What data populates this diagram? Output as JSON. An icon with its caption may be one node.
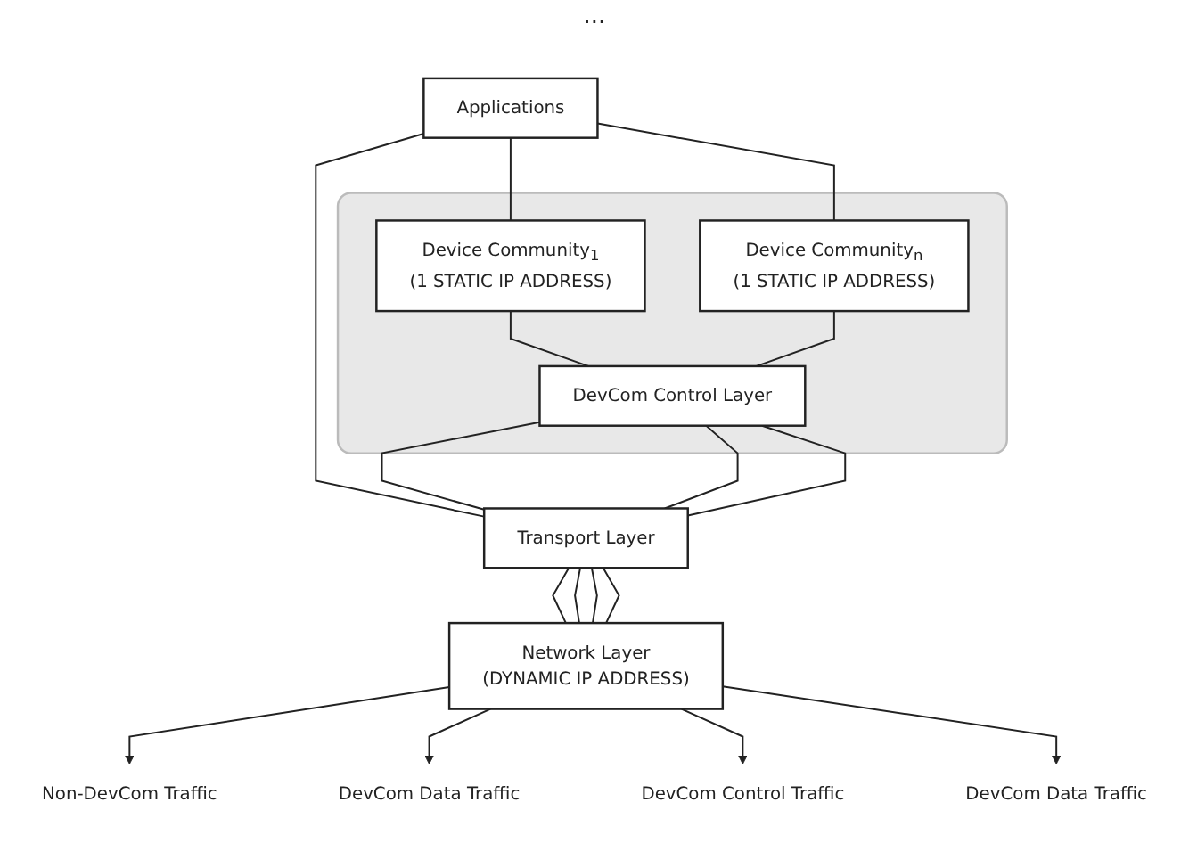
{
  "diagram": {
    "nodes": [
      {
        "text": [
          "Applications"
        ]
      },
      {
        "text": [],
        "shape": "box"
      },
      {
        "text": [
          "Device Community$_{1}$",
          "(1 STATIC IP ADDRESS)"
        ],
        "in": 1
      },
      {
        "text": [
          "Device Community$_{n}$",
          "(1 STATIC IP ADDRESS)"
        ],
        "in": 1
      },
      {
        "text": [
          "DevCom Control Layer"
        ],
        "in": 1
      },
      {
        "text": [
          "Transport Layer"
        ]
      },
      {
        "text": [
          "Network Layer",
          "(DYNAMIC IP ADDRESS)"
        ]
      },
      {
        "text": [
          "Non-DevCom Traffic"
        ]
      },
      {
        "text": [
          "DevCom Data Traffic"
        ]
      },
      {
        "text": [
          "DevCom Control Traffic"
        ]
      },
      {
        "text": [
          "DevCom Data Traffic"
        ]
      }
    ],
    "edges": [
      {
        "from": 0,
        "to": 5,
        "arrow": "none"
      },
      {
        "from": 0,
        "to": 2,
        "arrow": "none"
      },
      {
        "from": 0,
        "to": 3,
        "arrow": "none"
      },
      {
        "from": 2,
        "to": 4,
        "arrow": "none"
      },
      {
        "from": 3,
        "to": 4,
        "arrow": "none"
      },
      {
        "from": 4,
        "to": 5,
        "arrow": "none"
      },
      {
        "from": 4,
        "to": 5,
        "arrow": "none"
      },
      {
        "from": 4,
        "to": 5,
        "arrow": "none"
      },
      {
        "from": 5,
        "to": 6,
        "arrow": "none"
      },
      {
        "from": 5,
        "to": 6,
        "arrow": "none"
      },
      {
        "from": 5,
        "to": 6,
        "arrow": "none"
      },
      {
        "from": 5,
        "to": 6,
        "arrow": "none"
      },
      {
        "from": 6,
        "to": 7,
        "arrow": "to"
      },
      {
        "from": 6,
        "to": 8,
        "arrow": "to"
      },
      {
        "from": 6,
        "to": 9,
        "arrow": "to"
      },
      {
        "from": 6,
        "to": 10,
        "arrow": "to"
      }
    ],
    "labels": [
      "..."
    ]
  }
}
